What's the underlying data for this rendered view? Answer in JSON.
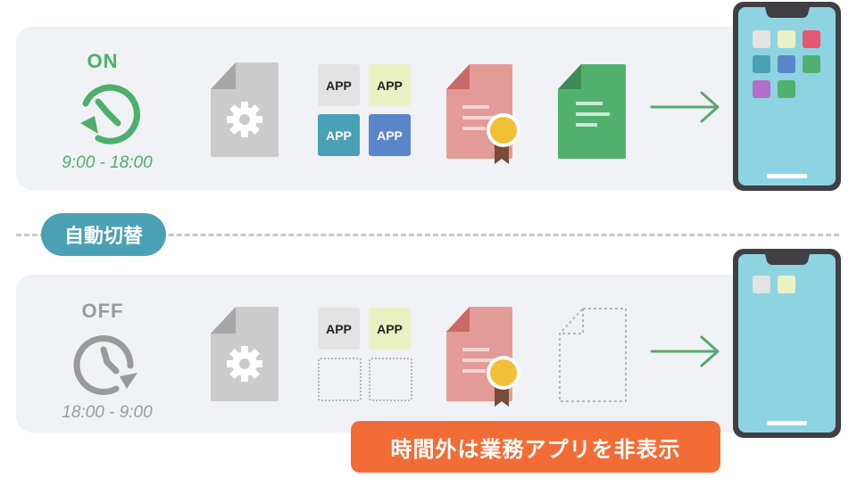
{
  "on_section": {
    "status": "ON",
    "time_range": "9:00 - 18:00",
    "apps": [
      "APP",
      "APP",
      "APP",
      "APP"
    ]
  },
  "off_section": {
    "status": "OFF",
    "time_range": "18:00 - 9:00",
    "apps": [
      "APP",
      "APP"
    ]
  },
  "switch_label": "自動切替",
  "banner": "時間外は業務アプリを非表示",
  "colors": {
    "green": "#4caf6e",
    "gray": "#9a9a9a",
    "teal": "#4aa0b5",
    "orange": "#f26d36",
    "screen": "#8ed3e2",
    "phone_frame": "#3f3f44"
  }
}
